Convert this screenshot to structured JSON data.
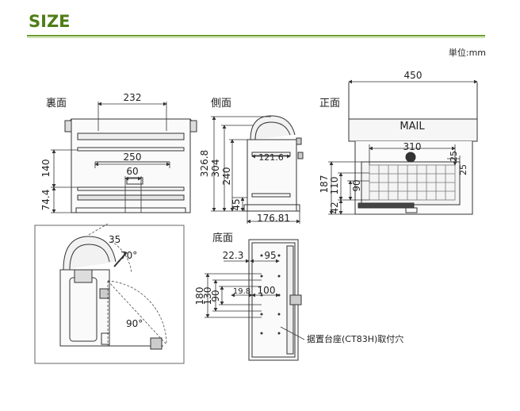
{
  "header": {
    "title": "SIZE",
    "unit": "単位:mm"
  },
  "views": {
    "back": {
      "title": "裏面",
      "dims": {
        "top_width": "232",
        "mid_width": "250",
        "inner_width": "60",
        "height_a": "140",
        "height_b": "74.4"
      }
    },
    "side": {
      "title": "側面",
      "dims": {
        "total_height": "326.8",
        "body_height": "304",
        "lower_height": "240",
        "base_height": "45",
        "inner_width": "121.6",
        "depth": "176.81"
      }
    },
    "front": {
      "title": "正面",
      "mail_label": "MAIL",
      "dims": {
        "width": "450",
        "inner_width": "310",
        "height": "187",
        "height_b": "110",
        "height_c": "90",
        "base": "42",
        "margin_a": "25",
        "margin_b": "25"
      }
    },
    "open": {
      "dims": {
        "angle_a": "35",
        "angle_b": "70°",
        "angle_c": "90°"
      }
    },
    "bottom": {
      "title": "底面",
      "note": "据置台座(CT83H)取付穴",
      "dims": {
        "offset": "22.3",
        "width_a": "95",
        "inner_a": "19.8",
        "inner_b": "100",
        "depth_a": "180",
        "depth_b": "130",
        "depth_c": "90"
      }
    }
  }
}
